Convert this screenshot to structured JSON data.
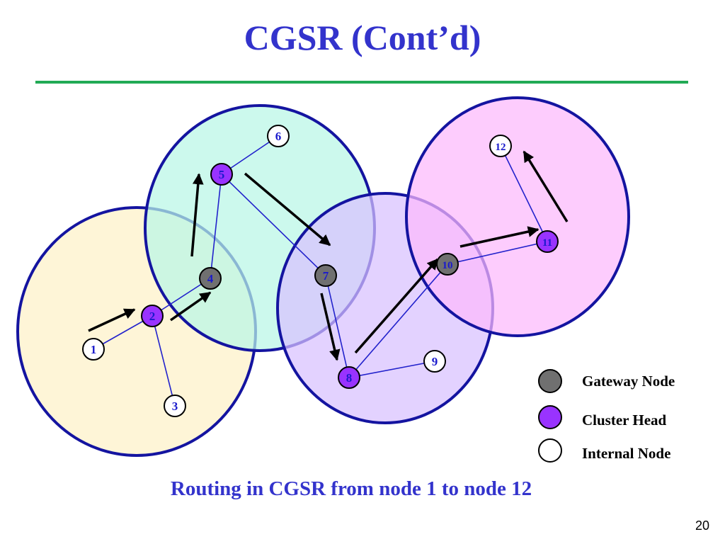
{
  "title": "CGSR (Cont’d)",
  "caption": "Routing in CGSR from node 1 to node 12",
  "page_number": "20",
  "legend": [
    {
      "key": "gateway",
      "label": "Gateway Node",
      "fill": "#707070"
    },
    {
      "key": "cluster_head",
      "label": "Cluster Head",
      "fill": "#9933ff"
    },
    {
      "key": "internal",
      "label": "Internal Node",
      "fill": "#ffffff"
    }
  ],
  "colors": {
    "title": "#3333cc",
    "rule": "#22aa55",
    "cluster_border": "#1414a0",
    "node_label": "#1a1acc",
    "link": "#2222cc",
    "arrow": "#000000"
  },
  "clusters": [
    {
      "id": "cluster-1",
      "fill": "#fdf1c8"
    },
    {
      "id": "cluster-2",
      "fill": "#b8f6e6"
    },
    {
      "id": "cluster-3",
      "fill": "#d8c0ff"
    },
    {
      "id": "cluster-4",
      "fill": "#fcb8fc"
    }
  ],
  "nodes": [
    {
      "id": "1",
      "label": "1",
      "type": "internal"
    },
    {
      "id": "2",
      "label": "2",
      "type": "cluster_head"
    },
    {
      "id": "3",
      "label": "3",
      "type": "internal"
    },
    {
      "id": "4",
      "label": "4",
      "type": "gateway"
    },
    {
      "id": "5",
      "label": "5",
      "type": "cluster_head"
    },
    {
      "id": "6",
      "label": "6",
      "type": "internal"
    },
    {
      "id": "7",
      "label": "7",
      "type": "gateway"
    },
    {
      "id": "8",
      "label": "8",
      "type": "cluster_head"
    },
    {
      "id": "9",
      "label": "9",
      "type": "internal"
    },
    {
      "id": "10",
      "label": "10",
      "type": "gateway"
    },
    {
      "id": "11",
      "label": "11",
      "type": "cluster_head"
    },
    {
      "id": "12",
      "label": "12",
      "type": "internal"
    }
  ],
  "links": [
    {
      "from": "1",
      "to": "2"
    },
    {
      "from": "2",
      "to": "3"
    },
    {
      "from": "2",
      "to": "4"
    },
    {
      "from": "4",
      "to": "5"
    },
    {
      "from": "5",
      "to": "6"
    },
    {
      "from": "5",
      "to": "7"
    },
    {
      "from": "7",
      "to": "8"
    },
    {
      "from": "8",
      "to": "9"
    },
    {
      "from": "8",
      "to": "10"
    },
    {
      "from": "10",
      "to": "11"
    },
    {
      "from": "11",
      "to": "12"
    }
  ],
  "route": [
    "1",
    "2",
    "4",
    "5",
    "7",
    "8",
    "10",
    "11",
    "12"
  ]
}
